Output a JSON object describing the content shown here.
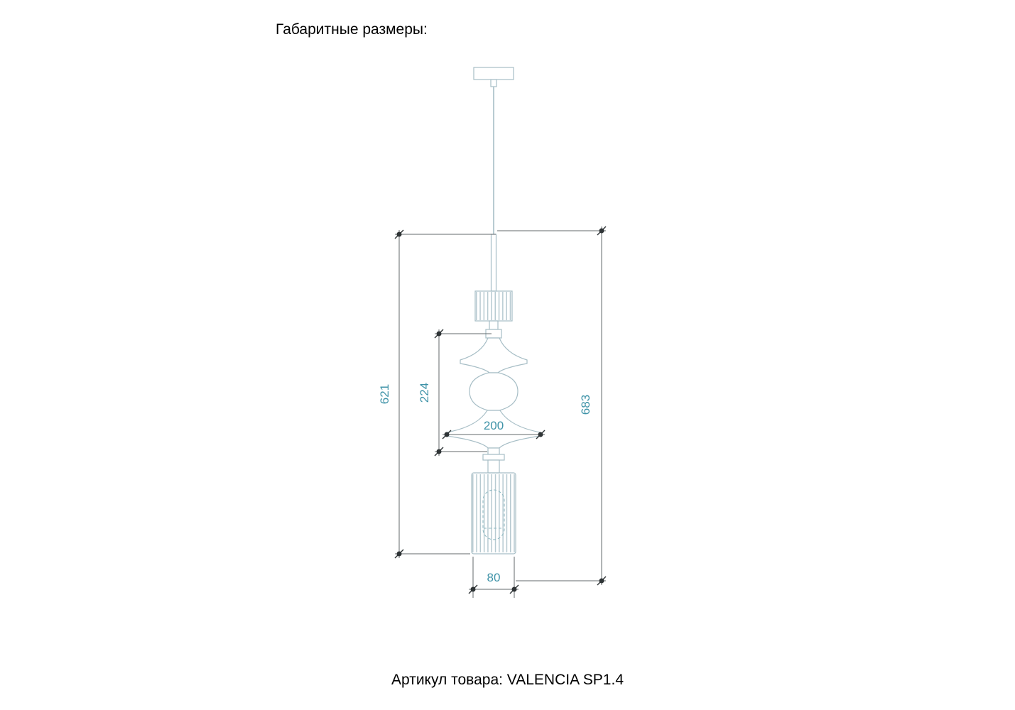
{
  "page": {
    "title": "Габаритные размеры:",
    "footer": "Артикул товара: VALENCIA SP1.4"
  },
  "dimensions": {
    "total_height": "683",
    "body_height": "621",
    "glass_height": "224",
    "disc_diameter": "200",
    "shade_diameter": "80"
  },
  "colors": {
    "outline": "#a7bec6",
    "rib": "#b7cad1",
    "bulb_dash": "#8fb9c2",
    "dim_line": "#63686b",
    "marker": "#2f3436",
    "dim_text": "#3f93a8",
    "text": "#000000"
  }
}
